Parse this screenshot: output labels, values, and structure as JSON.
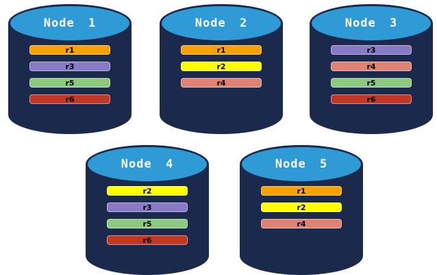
{
  "colors": {
    "background": "#FFFFFF",
    "cylinder_body": "#1B2A4C",
    "cylinder_top": "#2E9BD6",
    "cylinder_outline": "#1B2A4C",
    "title_text": "#FFFFFF",
    "bar_text": "#000000"
  },
  "replica_colors": {
    "r1": "#F8A102",
    "r2": "#FFFF00",
    "r3": "#8A7AC6",
    "r4": "#DF8173",
    "r5": "#8CC87F",
    "r6": "#C23826"
  },
  "nodes": [
    {
      "label": "Node 1",
      "replicas": [
        "r1",
        "r3",
        "r5",
        "r6"
      ]
    },
    {
      "label": "Node 2",
      "replicas": [
        "r1",
        "r2",
        "r4"
      ]
    },
    {
      "label": "Node 3",
      "replicas": [
        "r3",
        "r4",
        "r5",
        "r6"
      ]
    },
    {
      "label": "Node 4",
      "replicas": [
        "r2",
        "r3",
        "r5",
        "r6"
      ]
    },
    {
      "label": "Node 5",
      "replicas": [
        "r1",
        "r2",
        "r4"
      ]
    }
  ]
}
